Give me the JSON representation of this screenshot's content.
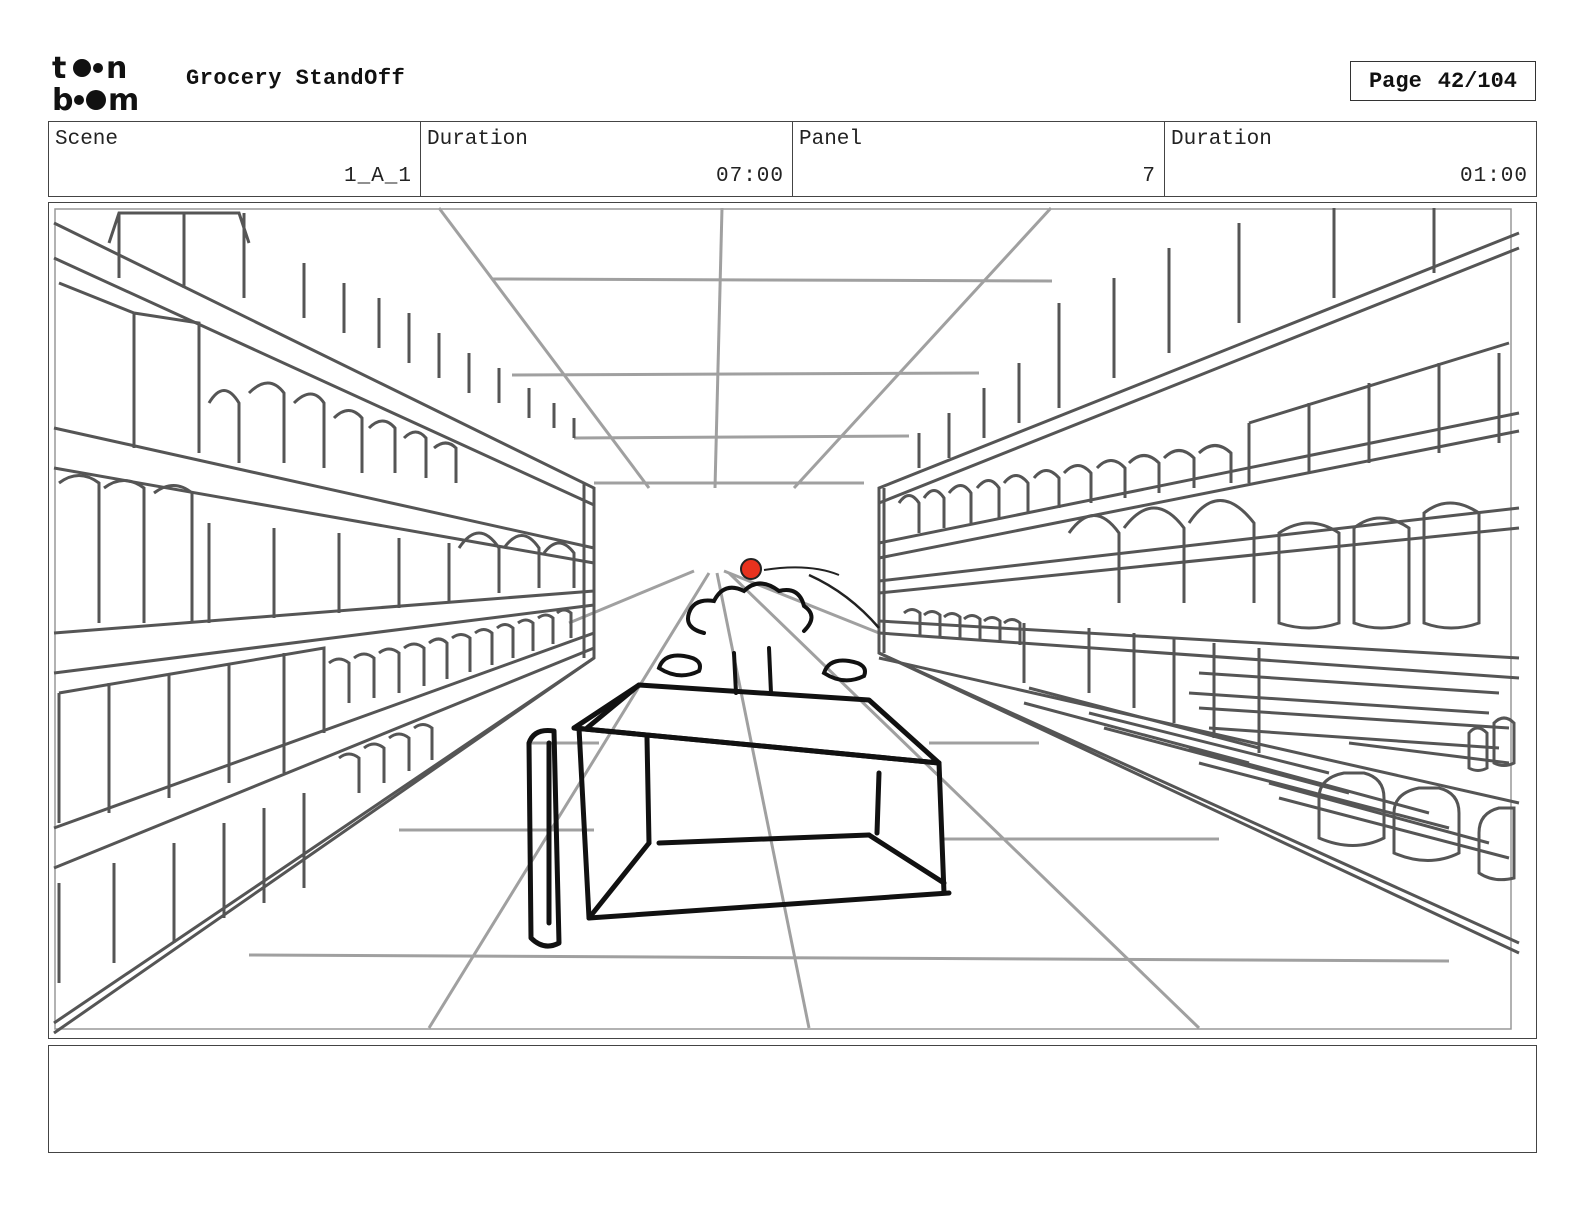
{
  "header": {
    "logo_text": "toon boom",
    "title": "Grocery StandOff",
    "page_label": "Page",
    "page_value": "42/104"
  },
  "info": {
    "scene_label": "Scene",
    "scene_value": "1_A_1",
    "scene_duration_label": "Duration",
    "scene_duration_value": "07:00",
    "panel_label": "Panel",
    "panel_value": "7",
    "panel_duration_label": "Duration",
    "panel_duration_value": "01:00"
  },
  "notes": {
    "text": ""
  },
  "colors": {
    "ink": "#111111",
    "shelf_stroke": "#555555",
    "guide_stroke": "#9a9a9a",
    "accent_ball": "#e8321e"
  }
}
